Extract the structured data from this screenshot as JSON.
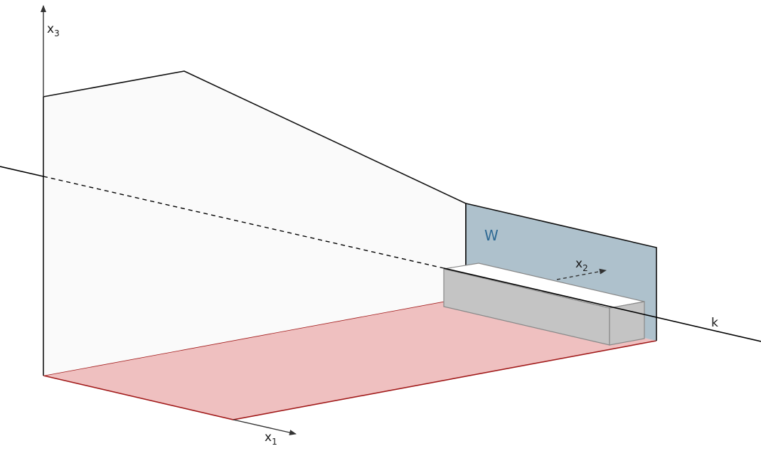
{
  "labels": {
    "x1": {
      "base": "x",
      "sub": "1"
    },
    "x2": {
      "base": "x",
      "sub": "2"
    },
    "x3": {
      "base": "x",
      "sub": "3"
    },
    "wall": "W",
    "line": "k"
  },
  "colors": {
    "floor_fill": "#efc0c0",
    "floor_edge": "#a11a1a",
    "back_wall_fill": "#fafafa",
    "wall_w_fill": "#aec1cc",
    "wall_w_label": "#2f6a94",
    "block_top": "#ffffff",
    "block_front": "#c4c4c4",
    "block_edge": "#888888",
    "axis": "#333333",
    "line": "#000000"
  }
}
